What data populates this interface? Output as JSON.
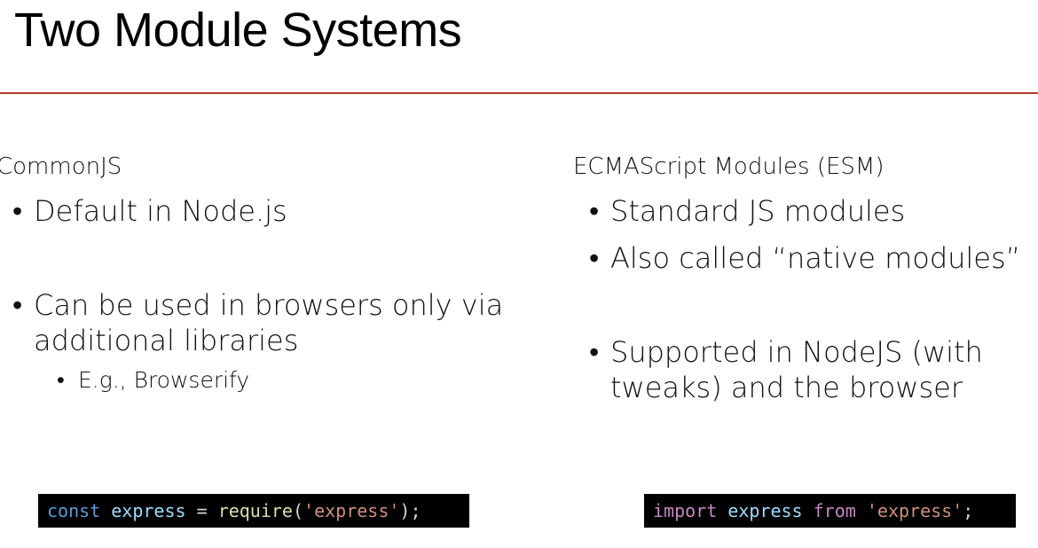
{
  "slide": {
    "title": "Two Module Systems"
  },
  "left": {
    "heading": "CommonJS",
    "bullets": [
      "Default in Node.js",
      "Can be used in browsers only via additional libraries"
    ],
    "sub_bullets": [
      "E.g., Browserify"
    ],
    "code": {
      "t1": "const",
      "t2": " ",
      "t3": "express",
      "t4": " = ",
      "t5": "require",
      "t6": "(",
      "t7": "'express'",
      "t8": ");"
    }
  },
  "right": {
    "heading": "ECMAScript Modules (ESM)",
    "bullets": [
      "Standard JS modules",
      "Also called “native modules”",
      "Supported in NodeJS (with tweaks) and the browser"
    ],
    "code": {
      "t1": "import",
      "t2": " ",
      "t3": "express",
      "t4": " ",
      "t5": "from",
      "t6": " ",
      "t7": "'express'",
      "t8": ";"
    }
  },
  "colors": {
    "rule": "#b23a2c",
    "code_background": "#000000"
  }
}
